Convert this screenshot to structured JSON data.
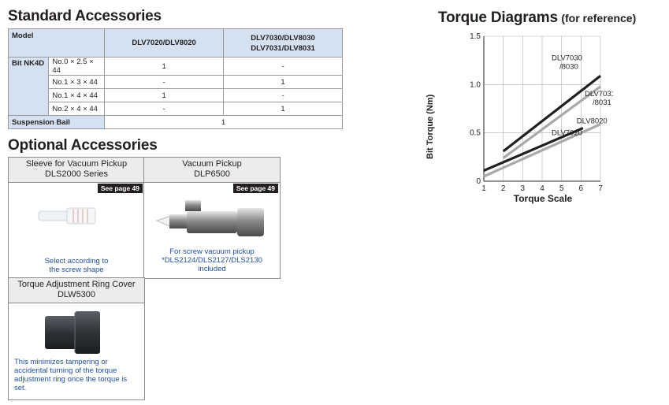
{
  "standard": {
    "heading": "Standard Accessories",
    "col_model": "Model",
    "col_a": "DLV7020/DLV8020",
    "col_b_line1": "DLV7030/DLV8030",
    "col_b_line2": "DLV7031/DLV8031",
    "bit_label": "Bit NK4D",
    "rows": [
      {
        "size": "No.0 × 2.5 × 44",
        "a": "1",
        "b": "-"
      },
      {
        "size": "No.1 × 3 × 44",
        "a": "-",
        "b": "1"
      },
      {
        "size": "No.1 × 4 × 44",
        "a": "1",
        "b": "-"
      },
      {
        "size": "No.2 × 4 × 44",
        "a": "-",
        "b": "1"
      }
    ],
    "bail_label": "Suspension Bail",
    "bail_value": "1"
  },
  "optional": {
    "heading": "Optional Accessories",
    "sleeve": {
      "title_line1": "Sleeve for Vacuum Pickup",
      "title_line2": "DLS2000 Series",
      "page": "See page 49",
      "desc_line1": "Select according to",
      "desc_line2": "the screw shape"
    },
    "pickup": {
      "title_line1": "Vacuum Pickup",
      "title_line2": "DLP6500",
      "page": "See page 49",
      "desc_line1": "For screw vacuum pickup",
      "desc_line2": "*DLS2124/DLS2127/DLS2130",
      "desc_line3": "included"
    },
    "ring": {
      "title_line1": "Torque Adjustment Ring Cover",
      "title_line2": "DLW5300",
      "desc_line1": "This   minimizes   tampering   or",
      "desc_line2": "accidental turning of the torque",
      "desc_line3": "adjustment ring once the torque is",
      "desc_line4": "set."
    }
  },
  "torque": {
    "heading": "Torque Diagrams",
    "heading_note": "(for reference)"
  },
  "chart_data": {
    "type": "line",
    "xlabel": "Torque Scale",
    "ylabel": "Bit Torque (Nm)",
    "xlim": [
      1,
      7
    ],
    "ylim": [
      0,
      1.5
    ],
    "xticks": [
      "1",
      "2",
      "3",
      "4",
      "5",
      "6",
      "7"
    ],
    "yticks": [
      "0",
      "0.5",
      "1.0",
      "1.5"
    ],
    "grid": true,
    "colors": {
      "black": "#231f20",
      "gray": "#a7a9ac"
    },
    "series": [
      {
        "name": "DLV7030 /8030",
        "color": "#231f20",
        "x": [
          2,
          7
        ],
        "y": [
          0.31,
          1.09
        ]
      },
      {
        "name": "DLV7031 /8031",
        "color": "#a7a9ac",
        "x": [
          2,
          7
        ],
        "y": [
          0.24,
          0.98
        ]
      },
      {
        "name": "DLV8020",
        "color": "#231f20",
        "x": [
          1,
          6.1
        ],
        "y": [
          0.11,
          0.55
        ]
      },
      {
        "name": "DLV7020",
        "color": "#a7a9ac",
        "x": [
          1,
          7
        ],
        "y": [
          0.05,
          0.59
        ]
      }
    ]
  }
}
